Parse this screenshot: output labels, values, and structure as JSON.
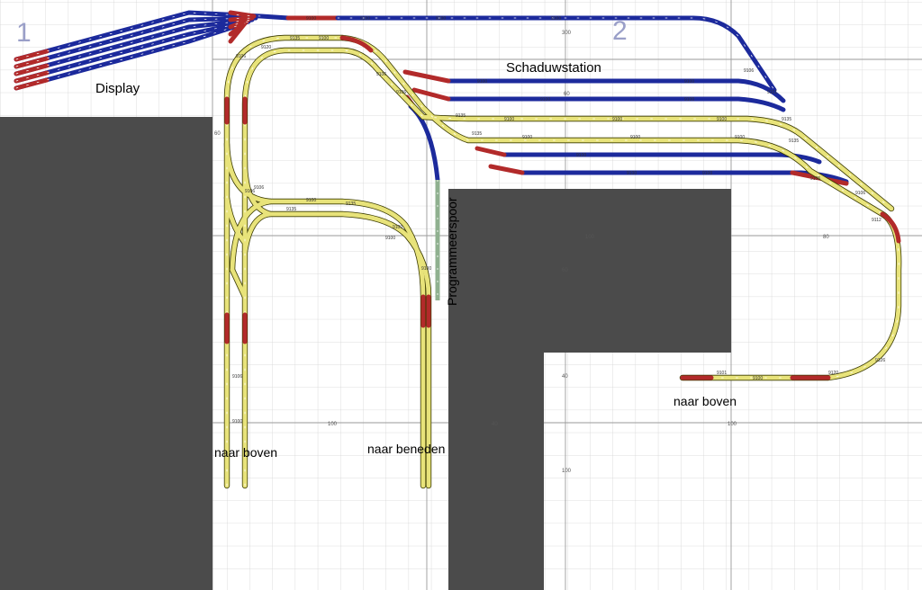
{
  "diagram": {
    "station_numbers": [
      "1",
      "2"
    ],
    "labels": {
      "display": "Display",
      "schaduwstation": "Schaduwstation",
      "programmeerspoor": "Programmeerspoor",
      "naar_boven_left": "naar boven",
      "naar_beneden": "naar beneden",
      "naar_boven_right": "naar boven"
    },
    "dimension_labels": [
      "100",
      "100",
      "40",
      "100",
      "300",
      "60",
      "80",
      "60",
      "40",
      "100",
      "60"
    ],
    "track_codes": [
      "9106",
      "9100",
      "9100",
      "9100",
      "9120",
      "9135",
      "9100",
      "9100",
      "9100",
      "9135",
      "9100",
      "9100",
      "9100",
      "9135",
      "9100",
      "9100",
      "9100",
      "9135",
      "9100",
      "9100",
      "9100",
      "9135",
      "9100",
      "9100",
      "9135",
      "9106",
      "9100",
      "9100",
      "9120",
      "9126",
      "9135",
      "9101",
      "9100",
      "9100",
      "9101",
      "9106",
      "9106",
      "9105",
      "9106",
      "9106",
      "9106",
      "9112",
      "9100",
      "9100",
      "9106",
      "9100"
    ],
    "colors": {
      "yellow_track": "#e8e37a",
      "blue_track": "#1c2a9c",
      "red_track": "#b22a2a",
      "green_track": "#8fb08f",
      "wall": "#4b4b4b",
      "grid": "#d4d4d4",
      "station_number": "#9a9fc8"
    }
  }
}
